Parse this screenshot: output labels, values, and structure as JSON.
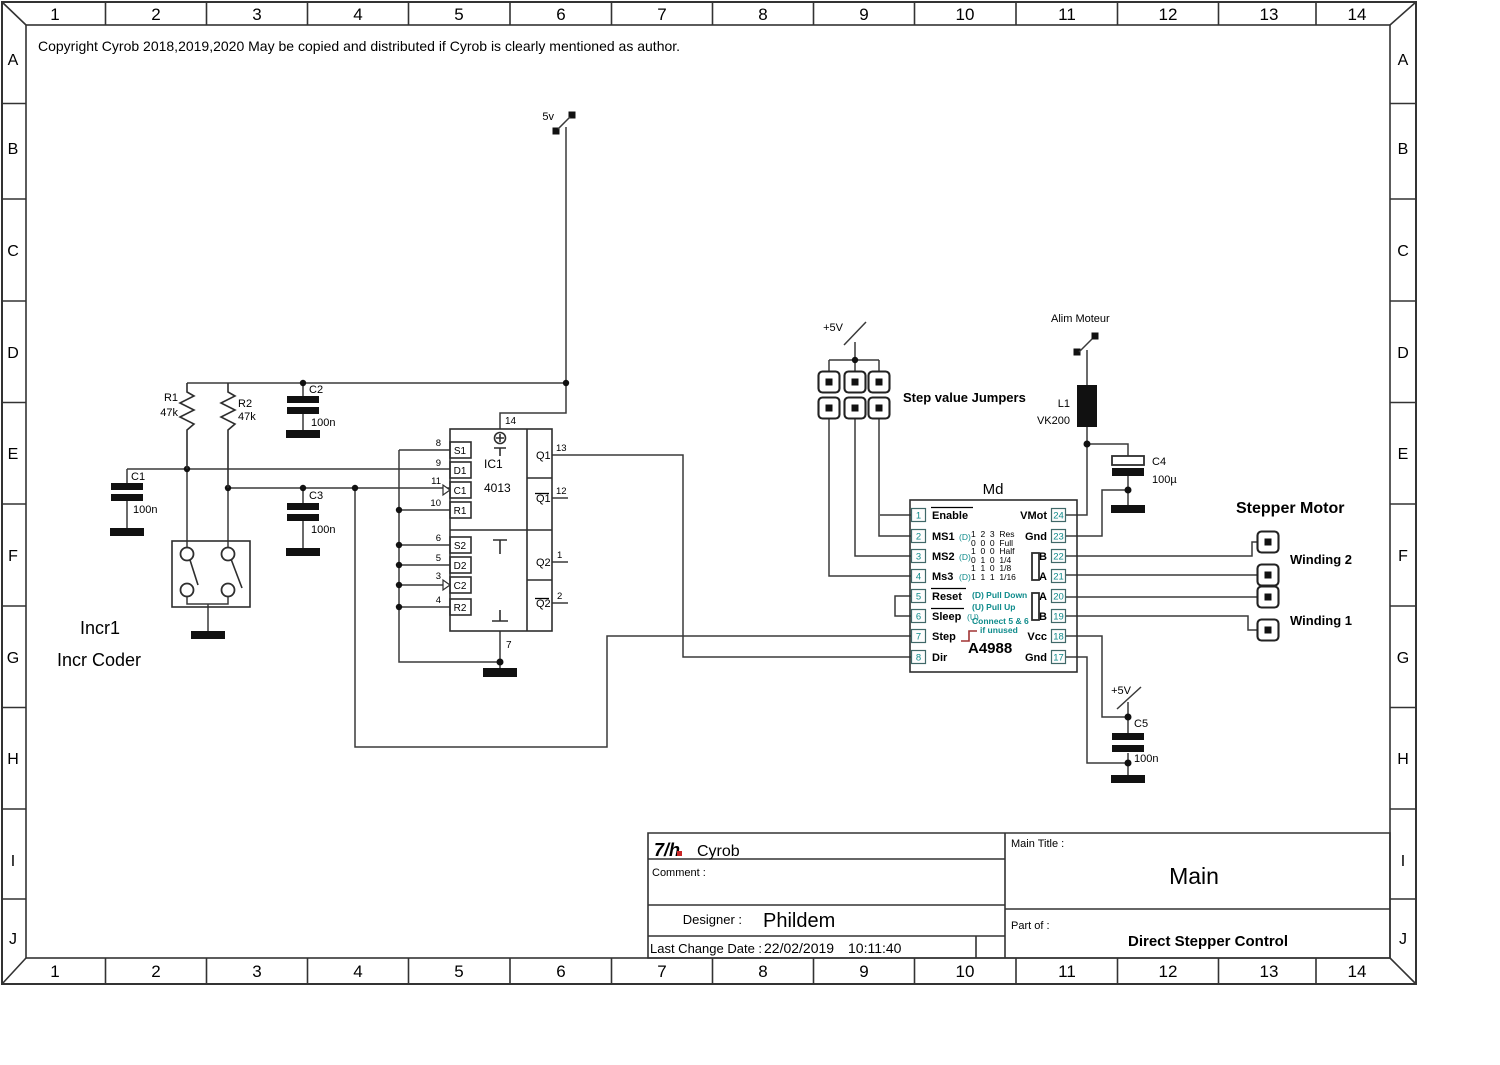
{
  "colors": {
    "teal": "#0e8b8b",
    "step_edge": "#a03333",
    "logo_blue": "#18189a",
    "logo_red": "#c92626",
    "wire": "#3a3a3a"
  },
  "copyright": "Copyright Cyrob 2018,2019,2020 May be copied and distributed if Cyrob is clearly mentioned as author.",
  "grid": {
    "cols": [
      "1",
      "2",
      "3",
      "4",
      "5",
      "6",
      "7",
      "8",
      "9",
      "10",
      "11",
      "12",
      "13",
      "14"
    ],
    "rows": [
      "A",
      "B",
      "C",
      "D",
      "E",
      "F",
      "G",
      "H",
      "I",
      "J"
    ]
  },
  "supplies": {
    "v5_top": "5v",
    "v5_jumpers": "+5V",
    "v5_logic": "+5V",
    "alim_moteur": "Alim Moteur"
  },
  "parts": {
    "r1": {
      "ref": "R1",
      "val": "47k"
    },
    "r2": {
      "ref": "R2",
      "val": "47k"
    },
    "c1": {
      "ref": "C1",
      "val": "100n"
    },
    "c2": {
      "ref": "C2",
      "val": "100n"
    },
    "c3": {
      "ref": "C3",
      "val": "100n"
    },
    "c4": {
      "ref": "C4",
      "val": "100µ"
    },
    "c5": {
      "ref": "C5",
      "val": "100n"
    },
    "l1": {
      "ref": "L1",
      "val": "VK200"
    },
    "enc": {
      "ref": "Incr1",
      "name": "Incr Coder"
    }
  },
  "ic1": {
    "ref": "IC1",
    "part": "4013",
    "pin_top": "14",
    "pin_bottom": "7",
    "left": [
      {
        "n": "8",
        "t": "S1"
      },
      {
        "n": "9",
        "t": "D1"
      },
      {
        "n": "11",
        "t": "C1"
      },
      {
        "n": "10",
        "t": "R1"
      },
      {
        "n": "6",
        "t": "S2"
      },
      {
        "n": "5",
        "t": "D2"
      },
      {
        "n": "3",
        "t": "C2"
      },
      {
        "n": "4",
        "t": "R2"
      }
    ],
    "right": [
      {
        "n": "13",
        "t": "Q1"
      },
      {
        "n": "12",
        "t": "Q1"
      },
      {
        "n": "1",
        "t": "Q2"
      },
      {
        "n": "2",
        "t": "Q2"
      }
    ]
  },
  "driver": {
    "title": "Md",
    "part": "A4988",
    "left": [
      {
        "n": "1",
        "t": "Enable",
        "tag": ""
      },
      {
        "n": "2",
        "t": "MS1",
        "tag": "(D)"
      },
      {
        "n": "3",
        "t": "MS2",
        "tag": "(D)"
      },
      {
        "n": "4",
        "t": "Ms3",
        "tag": "(D)"
      },
      {
        "n": "5",
        "t": "Reset",
        "tag": ""
      },
      {
        "n": "6",
        "t": "Sleep",
        "tag": "(U)"
      },
      {
        "n": "7",
        "t": "Step",
        "tag": ""
      },
      {
        "n": "8",
        "t": "Dir",
        "tag": ""
      }
    ],
    "right": [
      {
        "n": "24",
        "t": "VMot"
      },
      {
        "n": "23",
        "t": "Gnd"
      },
      {
        "n": "22",
        "t": "2B"
      },
      {
        "n": "21",
        "t": "2A"
      },
      {
        "n": "20",
        "t": "1A"
      },
      {
        "n": "19",
        "t": "1B"
      },
      {
        "n": "18",
        "t": "Vcc"
      },
      {
        "n": "17",
        "t": "Gnd"
      }
    ],
    "table": [
      "1  2  3  Res",
      "0  0  0  Full",
      "1  0  0  Half",
      "0  1  0  1/4",
      "1  1  0  1/8",
      "1  1  1  1/16"
    ],
    "notes": [
      "(D) Pull Down",
      "(U) Pull Up",
      "Connect 5 & 6",
      "if unused"
    ]
  },
  "labels": {
    "jumpers": "Step value Jumpers",
    "stepper": "Stepper Motor",
    "w2": "Winding 2",
    "w1": "Winding 1"
  },
  "title_block": {
    "logo": "7/h",
    "brand": "Cyrob",
    "comment_label": "Comment :",
    "designer_label": "Designer :",
    "designer": "Phildem",
    "date_label": "Last Change Date :",
    "date": "22/02/2019",
    "time": "10:11:40",
    "main_title_label": "Main Title :",
    "main_title": "Main",
    "part_of_label": "Part of :",
    "part_of": "Direct Stepper Control"
  }
}
